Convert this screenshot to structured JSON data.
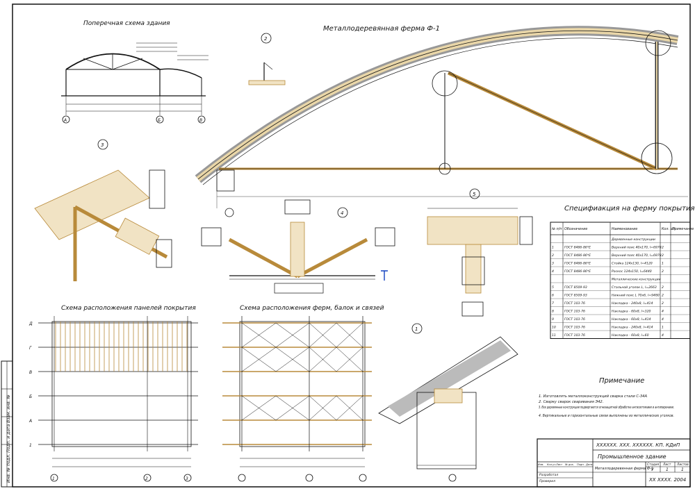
{
  "titles": {
    "cross_section": "Поперечная схема здания",
    "truss": "Металлодеревянная ферма Ф-1",
    "panels": "Схема расположения панелей покрытия",
    "trusses_plan": "Схема расположения ферм, балок и связей",
    "spec": "Специфиакция на ферму покрытия Ф-1",
    "notes": "Примечание"
  },
  "node_labels": [
    "1",
    "2",
    "3",
    "4",
    "5"
  ],
  "spec_table": {
    "headers": [
      "№ п/п",
      "Обозначение",
      "Наименование",
      "Кол. шт.",
      "Примечание"
    ],
    "rows": [
      [
        "",
        "",
        "Деревянные конструкции",
        "",
        ""
      ],
      [
        "1",
        "ГОСТ 8486-86*Е",
        "Верхний пояс 40х170, l=6978",
        "2",
        ""
      ],
      [
        "2",
        "ГОСТ 8486-86*Е",
        "Верхний пояс 40х170, l=6978",
        "2",
        ""
      ],
      [
        "3",
        "ГОСТ 8486-86*Е",
        "Стойка 124х130, l=4120",
        "1",
        ""
      ],
      [
        "4",
        "ГОСТ 8486-86*Е",
        "Раскос 124х150, l=6440",
        "2",
        ""
      ],
      [
        "",
        "",
        "Металлические конструкции",
        "",
        ""
      ],
      [
        "5",
        "ГОСТ 8509-93",
        "Стальной уголок L, l=2663",
        "2",
        ""
      ],
      [
        "6",
        "ГОСТ 8509-93",
        "Нижний пояс L 70х6, l=9480",
        "2",
        ""
      ],
      [
        "7",
        "ГОСТ 103-76",
        "Накладка - 240х8, l=414",
        "2",
        ""
      ],
      [
        "8",
        "ГОСТ 103-76",
        "Накладка - 60х8, l=320",
        "4",
        ""
      ],
      [
        "9",
        "ГОСТ 103-76",
        "Накладка - 60х8, l=414",
        "4",
        ""
      ],
      [
        "10",
        "ГОСТ 103-76",
        "Накладка - 240х8, l=414",
        "1",
        ""
      ],
      [
        "11",
        "ГОСТ 103-76",
        "Накладка - 60х8, l=60",
        "4",
        ""
      ]
    ]
  },
  "notes": [
    "1. Изготовлять металлоконструкций сварка стали С-34А",
    "2. Сварку сварок сваривания Э42.",
    "3. Все деревянные конструкции подвергаются огнезащитной обработке антисептиками и антипиренами.",
    "4. Вертикальные и горизонтальные связи выполнены из металлических уголков."
  ],
  "title_block": {
    "code": "XXXXXX. XXX. XXXXXX. КП. КДиП",
    "name": "Промышленное здание",
    "sheet_desc": "Металлодеревянная ферма Ф-1",
    "cols": [
      "Стадия",
      "Лист",
      "Листов"
    ],
    "vals": [
      "У",
      "1",
      "1"
    ],
    "org": "XX XXXX. 2004",
    "roles": [
      "Разработал",
      "Проверил"
    ],
    "head": [
      "Изм.",
      "Кол.уч",
      "Лист",
      "№ док.",
      "Подп.",
      "Дата"
    ]
  },
  "axes": {
    "cross": [
      "А",
      "Б",
      "В"
    ],
    "rows": [
      "Д",
      "Г",
      "В",
      "Б",
      "А",
      "1"
    ],
    "cols": [
      "1",
      "2",
      "3"
    ]
  },
  "side_stamp": "Инв. № подл.    Подп. и дата    Взам. инв. №"
}
